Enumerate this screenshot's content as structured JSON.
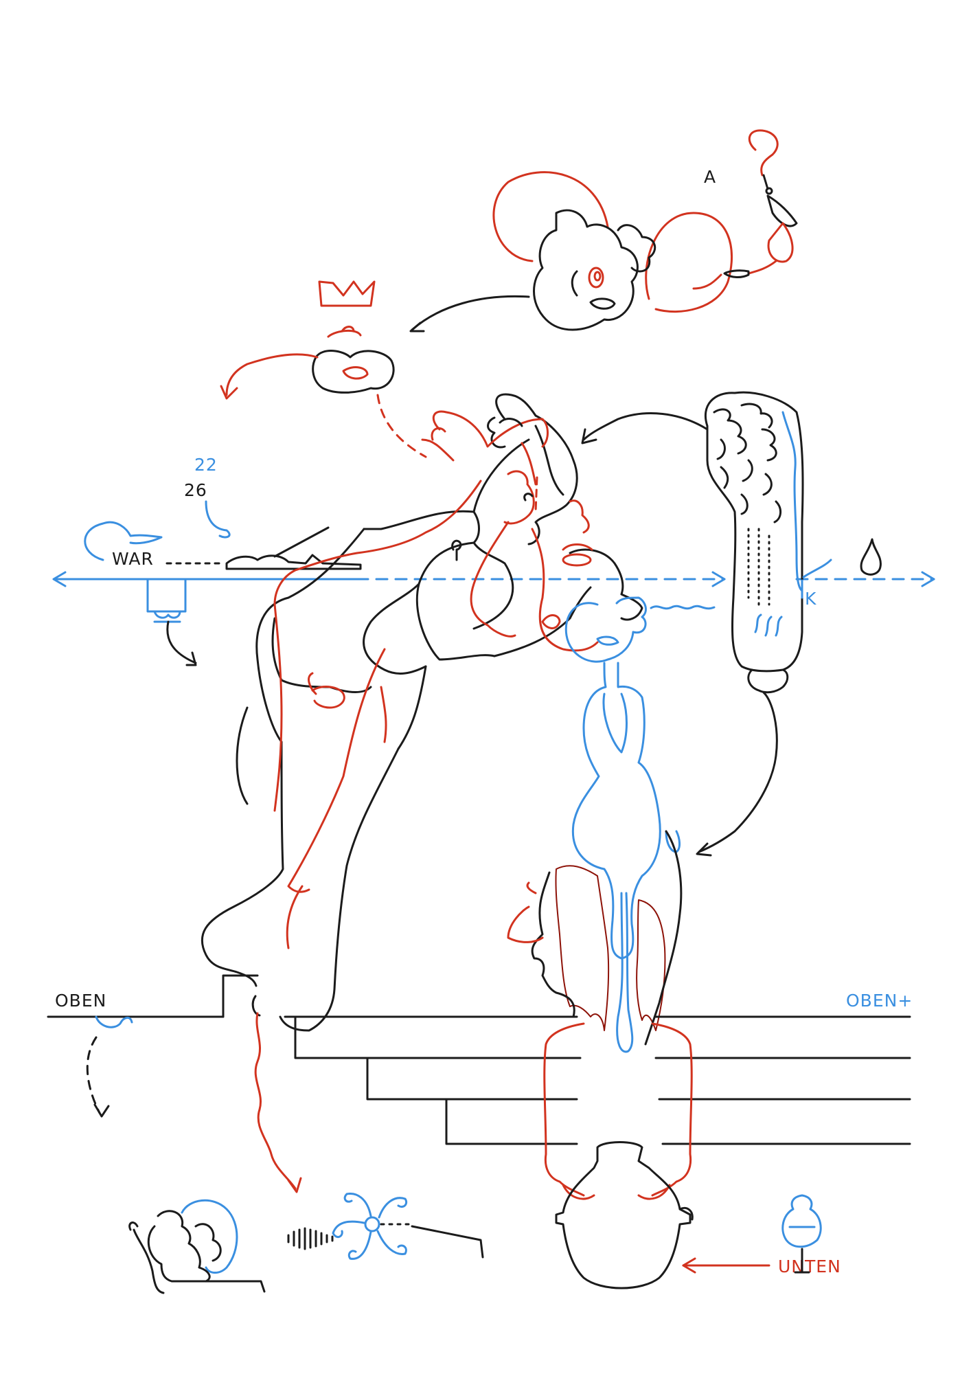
{
  "labels": {
    "letter_a": "A",
    "num_top": "22",
    "num_main": "26",
    "war": "WAR",
    "oben_left": "OBEN",
    "oben_right": "OBEN+",
    "k": "K",
    "unten": "UNTEN"
  },
  "colors": {
    "ink": "#1b1b1b",
    "red": "#d2331f",
    "blue": "#3a8fe0",
    "hair": "#b8190f",
    "paper": "#ffffff"
  }
}
